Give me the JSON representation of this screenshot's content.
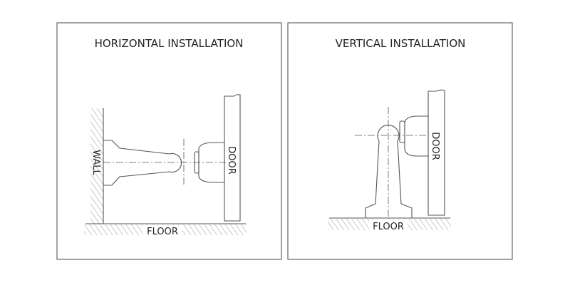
{
  "panels": [
    {
      "title": "HORIZONTAL INSTALLATION",
      "labels": {
        "wall": "WALL",
        "door": "DOOR",
        "floor": "FLOOR"
      }
    },
    {
      "title": "VERTICAL INSTALLATION",
      "labels": {
        "door": "DOOR",
        "floor": "FLOOR"
      }
    }
  ]
}
